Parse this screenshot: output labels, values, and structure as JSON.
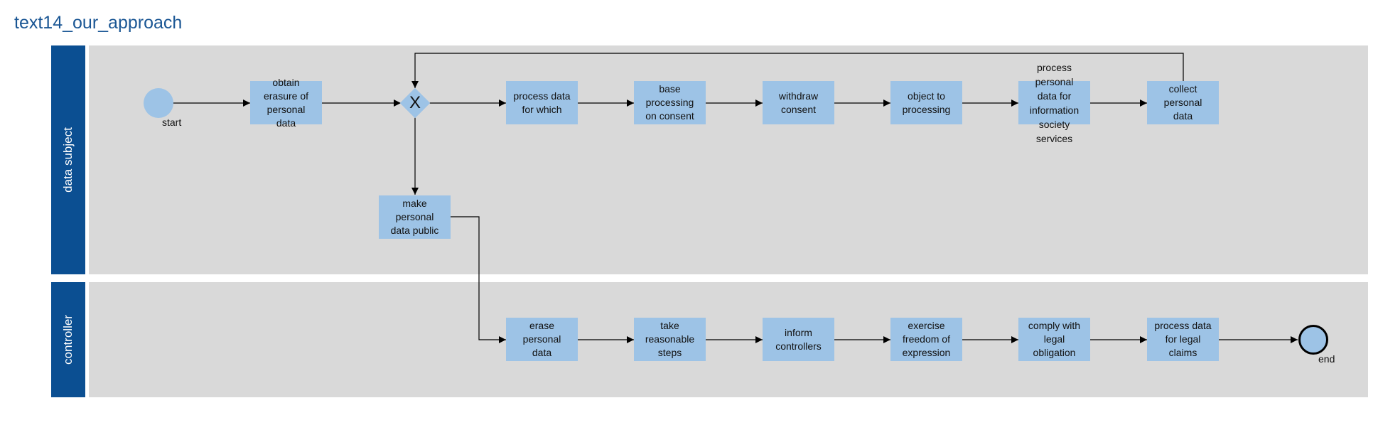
{
  "diagram": {
    "title": "text14_our_approach",
    "lanes": [
      {
        "id": "data_subject",
        "label": "data subject"
      },
      {
        "id": "controller",
        "label": "controller"
      }
    ],
    "events": {
      "start": {
        "label": "start"
      },
      "end": {
        "label": "end"
      }
    },
    "gateway": {
      "marker": "X"
    },
    "tasks": {
      "obtain_erasure": "obtain erasure of personal data",
      "process_data_for_which": "process data for which",
      "base_processing": "base processing on consent",
      "withdraw_consent": "withdraw consent",
      "object_to_processing": "object to processing",
      "process_personal_data": "process personal data for information society services",
      "collect_personal_data": "collect personal data",
      "make_public": "make personal data public",
      "erase_personal_data": "erase personal data",
      "take_reasonable_steps": "take reasonable steps",
      "inform_controllers": "inform controllers",
      "exercise_freedom": "exercise freedom of expression",
      "comply_with_legal": "comply with legal obligation",
      "process_legal_claims": "process data for legal claims"
    },
    "colors": {
      "title": "#1a5694",
      "lane_header": "#0b4f92",
      "lane_body": "#d9d9d9",
      "task_fill": "#9dc3e6",
      "flow_line": "#000000"
    },
    "flows": [
      [
        "start",
        "obtain_erasure"
      ],
      [
        "obtain_erasure",
        "gateway"
      ],
      [
        "gateway",
        "process_data_for_which"
      ],
      [
        "gateway",
        "make_public"
      ],
      [
        "process_data_for_which",
        "base_processing"
      ],
      [
        "base_processing",
        "withdraw_consent"
      ],
      [
        "withdraw_consent",
        "object_to_processing"
      ],
      [
        "object_to_processing",
        "process_personal_data"
      ],
      [
        "process_personal_data",
        "collect_personal_data"
      ],
      [
        "collect_personal_data",
        "gateway"
      ],
      [
        "make_public",
        "erase_personal_data"
      ],
      [
        "erase_personal_data",
        "take_reasonable_steps"
      ],
      [
        "take_reasonable_steps",
        "inform_controllers"
      ],
      [
        "inform_controllers",
        "exercise_freedom"
      ],
      [
        "exercise_freedom",
        "comply_with_legal"
      ],
      [
        "comply_with_legal",
        "process_legal_claims"
      ],
      [
        "process_legal_claims",
        "end"
      ]
    ]
  }
}
